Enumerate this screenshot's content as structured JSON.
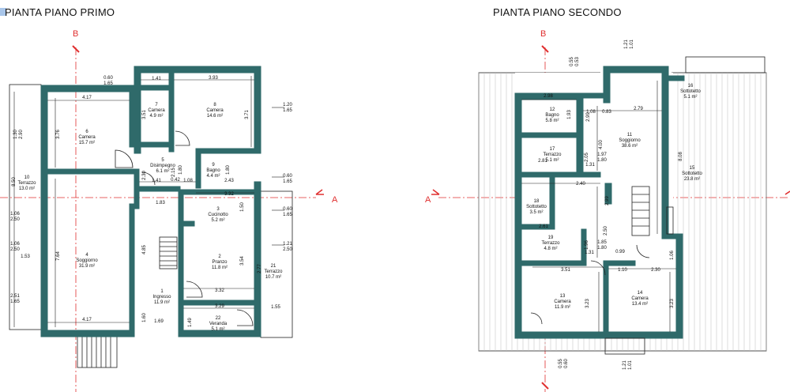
{
  "titles": {
    "first_floor": "PIANTA PIANO PRIMO",
    "second_floor": "PIANTA PIANO SECONDO"
  },
  "section_marks": {
    "b1": "B",
    "b2": "B",
    "a1": "A",
    "a2": "A"
  },
  "colors": {
    "wall": "#2f6a6a",
    "section_line": "#e03030",
    "tag": "#a9c6ea"
  },
  "first_floor_rooms": [
    {
      "num": "7",
      "name": "Camera",
      "area": "4.9 m²"
    },
    {
      "num": "8",
      "name": "Camera",
      "area": "14.6 m²"
    },
    {
      "num": "6",
      "name": "Camera",
      "area": "15.7 m²"
    },
    {
      "num": "5",
      "name": "Disimpegno",
      "area": "6.1 m²"
    },
    {
      "num": "9",
      "name": "Bagno",
      "area": "4.4 m²"
    },
    {
      "num": "10",
      "name": "Terrazzo",
      "area": "13.0 m²"
    },
    {
      "num": "3",
      "name": "Cucinotto",
      "area": "5.2 m²"
    },
    {
      "num": "4",
      "name": "Soggiorno",
      "area": "31.9 m²"
    },
    {
      "num": "2",
      "name": "Pranzo",
      "area": "11.8 m²"
    },
    {
      "num": "21",
      "name": "Terrazzo",
      "area": "10.7 m²"
    },
    {
      "num": "1",
      "name": "Ingresso",
      "area": "11.9 m²"
    },
    {
      "num": "22",
      "name": "Veranda",
      "area": "5.1 m²"
    }
  ],
  "second_floor_rooms": [
    {
      "num": "12",
      "name": "Bagno",
      "area": "5.8 m²"
    },
    {
      "num": "16",
      "name": "Sottotetto",
      "area": "5.1 m²"
    },
    {
      "num": "11",
      "name": "Soggiorno",
      "area": "38.6 m²"
    },
    {
      "num": "17",
      "name": "Terrazzo",
      "area": "5.1 m²"
    },
    {
      "num": "15",
      "name": "Sottotetto",
      "area": "23.8 m²"
    },
    {
      "num": "18",
      "name": "Sottotetto",
      "area": "3.5 m²"
    },
    {
      "num": "19",
      "name": "Terrazzo",
      "area": "4.8 m²"
    },
    {
      "num": "13",
      "name": "Camera",
      "area": "11.9 m²"
    },
    {
      "num": "14",
      "name": "Camera",
      "area": "13.4 m²"
    }
  ],
  "first_floor_dims": [
    "0.60\n1.65",
    "1.41",
    "3.93",
    "4.17",
    "3.51",
    "3.71",
    "1.20\n1.65",
    "3.76",
    "1.30\n2.90",
    "8.50",
    "2.30",
    "1.80",
    "1.80",
    "0.60\n1.65",
    "1.41",
    "0.42",
    "1.08",
    "2.43",
    "3.32",
    "1.83",
    "0.60\n1.65",
    "1.06\n2.50",
    "1.06\n2.50",
    "1.53",
    "7.64",
    "4.85",
    "3.54",
    "1.21\n2.50",
    "2.77",
    "3.32",
    "2.51\n1.65",
    "1.60",
    "3.29",
    "1.55",
    "4.17",
    "1.69",
    "1.49",
    "2.15",
    "1.50"
  ],
  "second_floor_dims": [
    "2.98",
    "1.93",
    "1.08",
    "0.83",
    "2.79",
    "1.97\n1.80",
    "2.81",
    "1.31",
    "4.00",
    "8.08",
    "2.40",
    "2.99",
    "2.61",
    "2.50",
    "1.96",
    "1.85\n1.80",
    "1.31",
    "0.99",
    "1.10",
    "2.30",
    "1.06",
    "3.51",
    "3.23",
    "3.23",
    "0.55\n0.53",
    "1.21\n1.01",
    "0.55\n0.60",
    "1.21\n1.01",
    "2.05",
    "2.99"
  ]
}
